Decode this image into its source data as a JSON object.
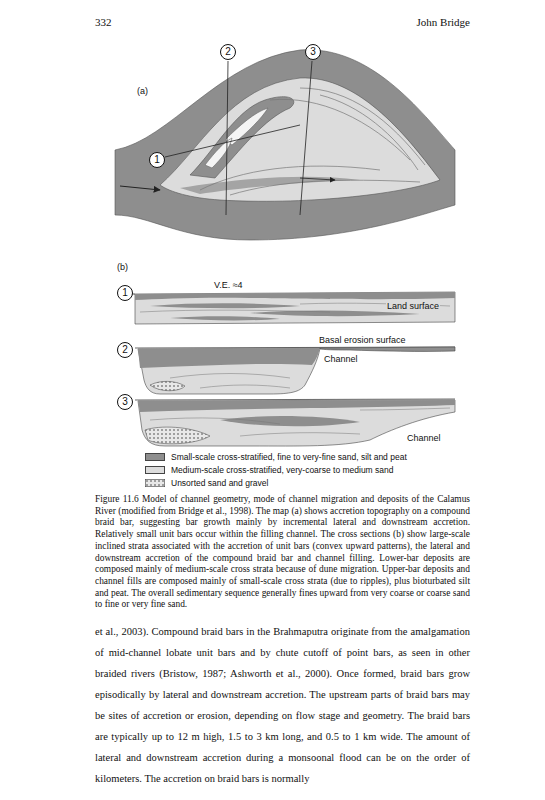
{
  "diagram": {
    "caption": "Figure 11.6 Model of channel geometry, mode of channel migration and deposits of the Calamus River (modified from Bridge et al., 1998). The map (a) shows accretion topography on a compound braid bar, suggesting bar growth mainly by incremental lateral and downstream accretion. Relatively small unit bars occur within the filling channel. The cross sections (b) show large-scale inclined strata associated with the accretion of unit bars (convex upward patterns), the lateral and downstream accretion of the compound braid bar and channel filling. Lower-bar deposits are composed mainly of medium-scale cross strata because of dune migration. Upper-bar deposits and channel fills are composed mainly of small-scale cross strata (due to ripples), plus bioturbated silt and peat. The overall sedimentary sequence generally fines upward from very coarse or coarse sand to fine or very fine sand.",
    "nodes": [
      {
        "text": [
          "2"
        ]
      },
      {
        "text": [
          "3"
        ]
      },
      {
        "text": [
          "1"
        ]
      },
      {
        "text": [
          "1"
        ]
      },
      {
        "text": [
          "2"
        ]
      },
      {
        "text": [
          "3"
        ]
      }
    ],
    "labels": [
      "332",
      "John Bridge",
      "(a)",
      "(b)",
      "V.E. ≈4",
      "Land surface",
      "Basal erosion surface",
      "Channel",
      "Channel",
      "et al., 2003). Compound braid bars in the Brahmaputra originate from the amalgamation of mid-channel lobate unit bars and by chute cutoff of point bars, as seen in other braided rivers (Bristow, 1987; Ashworth et al., 2000). Once formed, braid bars grow episodically by lateral and downstream accretion. The upstream parts of braid bars may be sites of accretion or erosion, depending on flow stage and geometry. The braid bars are typically up to 12 m high, 1.5 to 3 km long, and 0.5 to 1 km wide. The amount of lateral and downstream accretion during a monsoonal flood can be on the order of kilometers. The accretion on braid bars is normally"
    ],
    "legend": [
      {
        "text": "Small-scale cross-stratified, fine to very-fine sand, silt and peat",
        "color": "#8e8e8e"
      },
      {
        "text": "Medium-scale cross-stratified, very-coarse to medium sand",
        "color": "#dcdcdc"
      },
      {
        "text": "Unsorted sand and gravel"
      }
    ]
  }
}
